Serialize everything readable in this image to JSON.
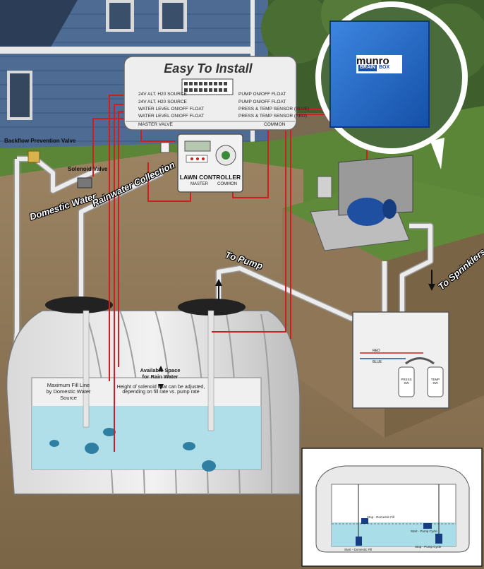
{
  "title": "Easy To Install",
  "panel": {
    "left_terminals": [
      "24V ALT. H20 SOURCE",
      "24V ALT. H20 SOURCE",
      "WATER LEVEL ON/OFF FLOAT",
      "WATER LEVEL ON/OFF FLOAT",
      "MASTER VALVE"
    ],
    "right_terminals": [
      "PUMP ON/OFF FLOAT",
      "PUMP ON/OFF FLOAT",
      "PRESS & TEMP SENSOR (BLUE)",
      "PRESS & TEMP SENSOR (RED)",
      "COMMON"
    ]
  },
  "lawn_controller": {
    "label": "LAWN CONTROLLER",
    "master": "MASTER",
    "common": "COMMON"
  },
  "brainbox": {
    "brand": "munro",
    "product_prefix": "BRAIN",
    "product_suffix": "BOX"
  },
  "labels": {
    "backflow": "Backflow Prevention Valve",
    "solenoid": "Solenoid Valve",
    "domestic_water": "Domestic Water",
    "rainwater": "Rainwater Collection",
    "to_pump": "To Pump",
    "to_sprinklers": "To Sprinklers",
    "max_fill_1": "Maximum Fill Line",
    "max_fill_2": "by Domestic Water",
    "max_fill_3": "Source",
    "space_1": "Available Space",
    "space_2": "for Rain Water",
    "space_note_1": "Height of solenoid float can be adjusted,",
    "space_note_2": "depending on fill rate vs. pump rate"
  },
  "sensor_box": {
    "red": "RED",
    "blue": "BLUE",
    "press": [
      "PRESS",
      "SW"
    ],
    "temp": [
      "TEMP",
      "SW"
    ]
  },
  "inset": {
    "stop_domestic": "Stop - Domestic Fill",
    "start_pump": "Start - Pump Cycle",
    "start_domestic": "Start - Domestic Fill",
    "stop_pump": "Stop - Pump Cycle"
  },
  "colors": {
    "wire_red": "#cc1f1f",
    "pipe": "#e6e6e6",
    "water": "#a9dde8",
    "box_blue": "#1e63c6",
    "soil": "#8a7253",
    "grass": "#4f7a33"
  }
}
